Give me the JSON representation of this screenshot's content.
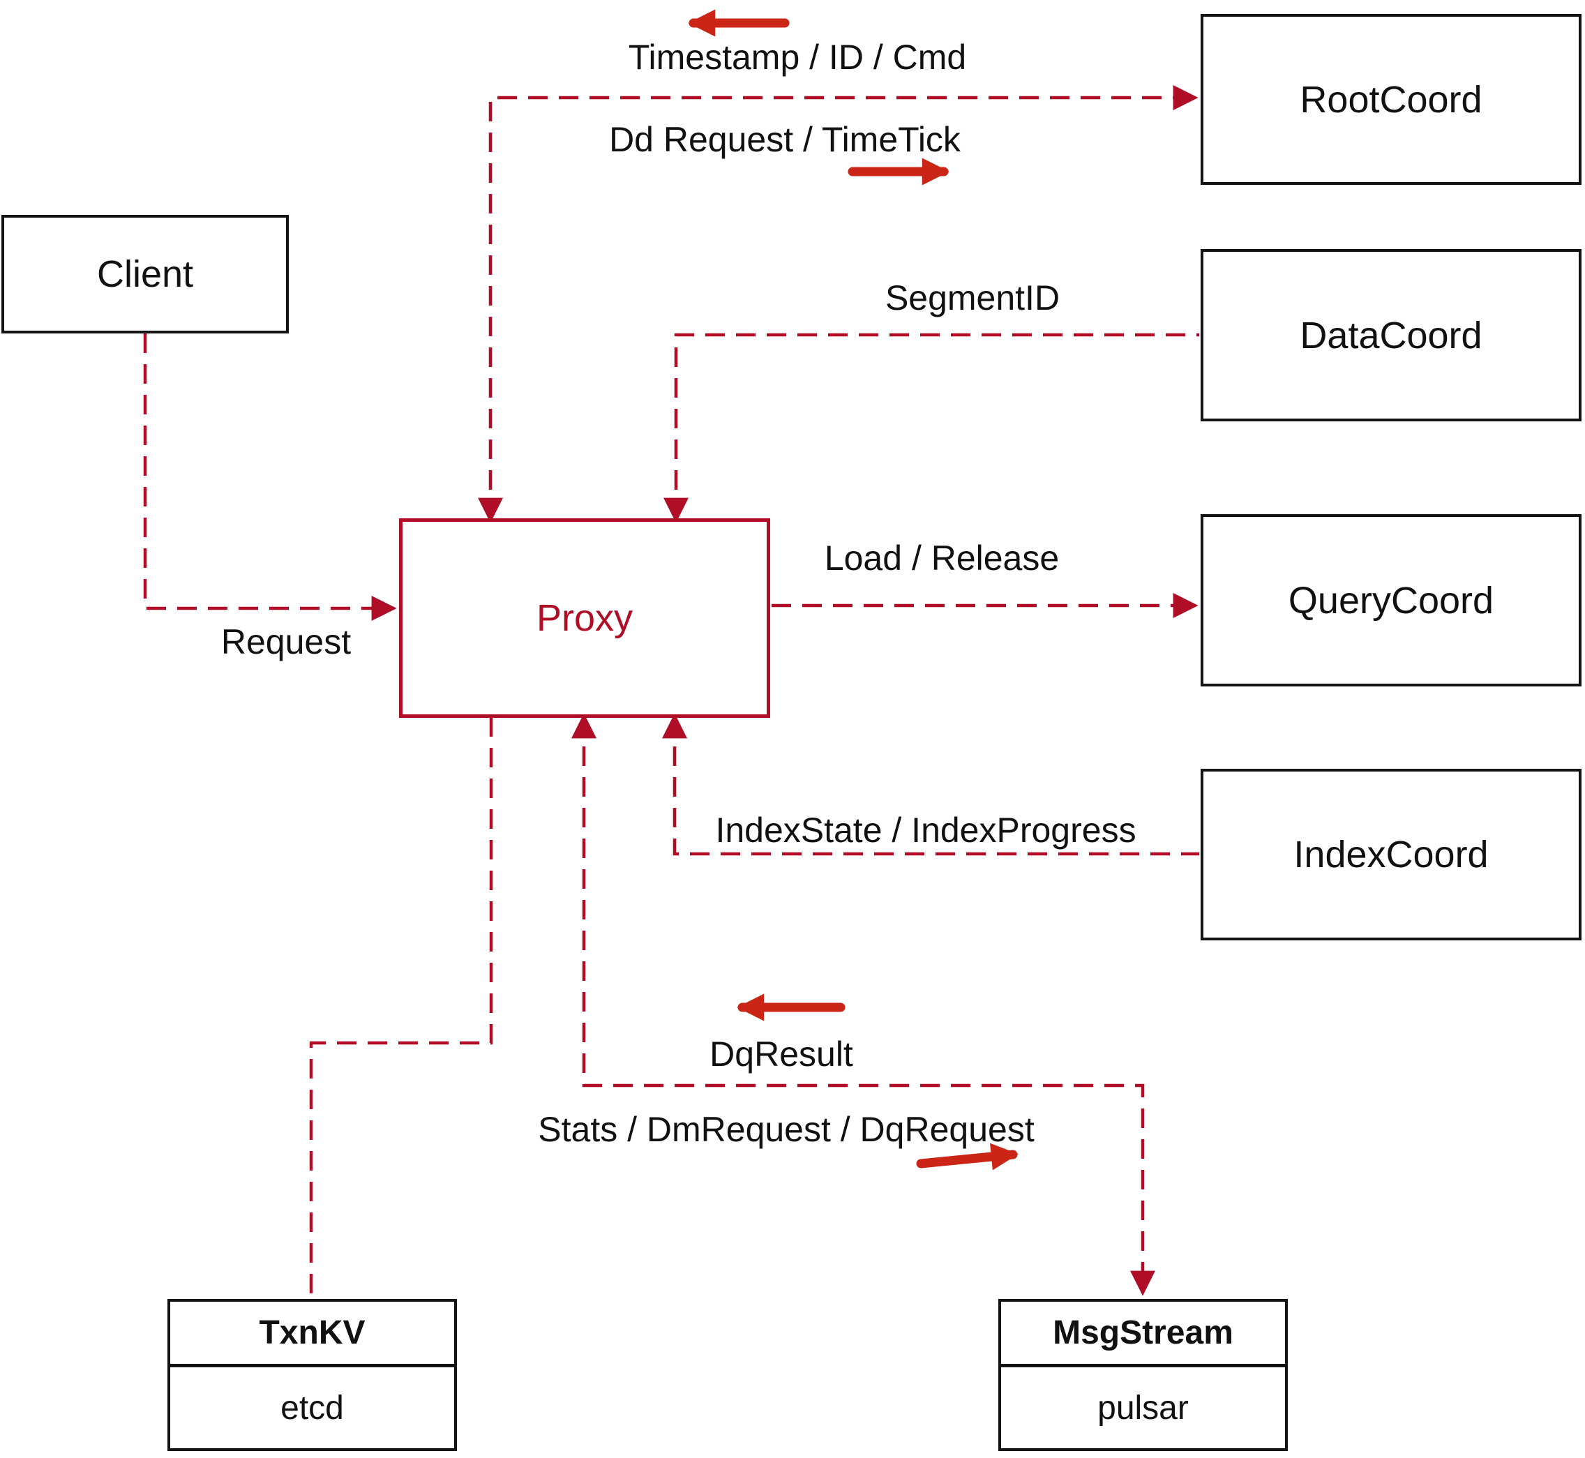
{
  "diagram": {
    "nodes": {
      "client": {
        "label": "Client"
      },
      "proxy": {
        "label": "Proxy"
      },
      "rootcoord": {
        "label": "RootCoord"
      },
      "datacoord": {
        "label": "DataCoord"
      },
      "querycoord": {
        "label": "QueryCoord"
      },
      "indexcoord": {
        "label": "IndexCoord"
      },
      "txnkv": {
        "title": "TxnKV",
        "subtitle": "etcd"
      },
      "msgstream": {
        "title": "MsgStream",
        "subtitle": "pulsar"
      }
    },
    "edge_labels": {
      "timestamp": "Timestamp / ID / Cmd",
      "dd_request": "Dd Request / TimeTick",
      "segment_id": "SegmentID",
      "request": "Request",
      "load_release": "Load / Release",
      "index_state": "IndexState / IndexProgress",
      "dq_result": "DqResult",
      "stats": "Stats / DmRequest / DqRequest"
    },
    "colors": {
      "line": "#b00d26",
      "arrow": "#ca2517",
      "border": "#141414",
      "text": "#111111",
      "bg": "#ffffff"
    }
  }
}
